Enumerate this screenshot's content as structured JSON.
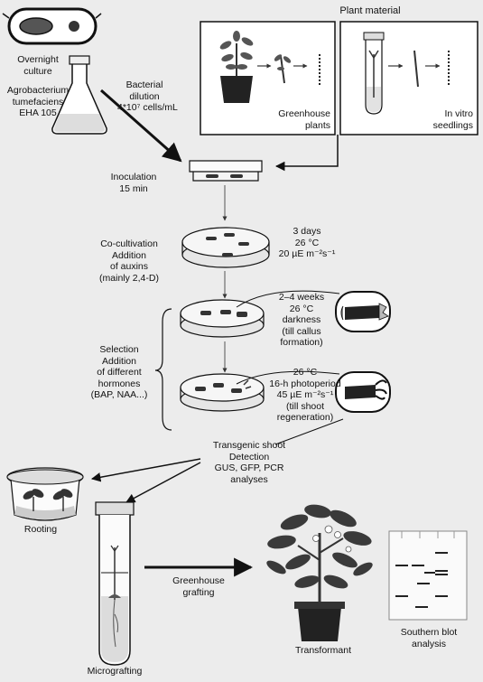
{
  "labels": {
    "overnight_culture": "Overnight\nculture",
    "agrobacterium": "Agrobacterium\ntumefaciens\nEHA 105",
    "bacterial_dilution": "Bacterial\ndilution",
    "dilution_value": "4*10⁷ cells/mL",
    "plant_material": "Plant material",
    "greenhouse_plants": "Greenhouse\nplants",
    "in_vitro_seedlings": "In vitro\nseedlings",
    "inoculation": "Inoculation\n15 min",
    "cocultivation": "Co-cultivation\nAddition\nof auxins\n(mainly 2,4-D)",
    "cocult_conditions": "3 days\n26 °C\n20 µE m⁻²s⁻¹",
    "selection": "Selection\nAddition\nof different\nhormones\n(BAP, NAA...)",
    "callus_conditions": "2–4 weeks\n26 °C\ndarkness\n(till callus\nformation)",
    "shoot_conditions": "26 °C\n16-h photoperiod\n45 µE m⁻²s⁻¹\n(till shoot\nregeneration)",
    "transgenic_shoot": "Transgenic shoot\nDetection\nGUS, GFP, PCR\nanalyses",
    "rooting": "Rooting",
    "micrografting": "Micrografting",
    "greenhouse_grafting": "Greenhouse\ngrafting",
    "transformant": "Transformant",
    "southern_blot": "Southern blot\nanalysis"
  },
  "colors": {
    "background": "#ececec",
    "ink": "#111111",
    "dish_fill": "#f4f4f4",
    "dark_fill": "#3a3a3a"
  }
}
